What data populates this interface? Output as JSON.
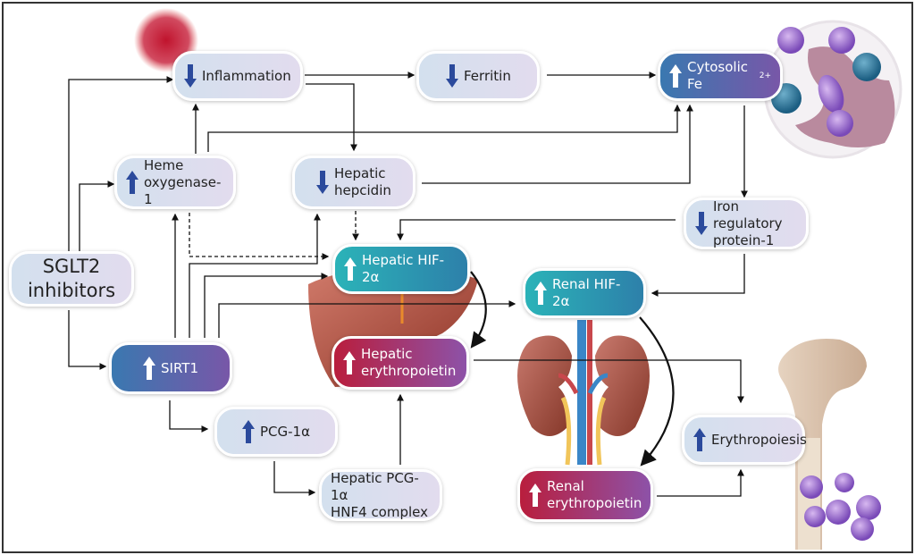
{
  "diagram": {
    "nodes": {
      "sglt2": {
        "label": "SGLT2\ninhibitors"
      },
      "inflammation": {
        "label": "Inflammation",
        "direction": "down"
      },
      "ferritin": {
        "label": "Ferritin",
        "direction": "down"
      },
      "cytosolic_fe": {
        "label": "Cytosolic Fe",
        "superscript": "2+",
        "direction": "up"
      },
      "heme_oxygenase": {
        "label": "Heme\noxygenase-1",
        "direction": "up"
      },
      "hepatic_hepcidin": {
        "label": "Hepatic\nhepcidin",
        "direction": "down"
      },
      "iron_regulatory": {
        "label": "Iron regulatory\nprotein-1",
        "direction": "down"
      },
      "hepatic_hif": {
        "label": "Hepatic HIF-2α",
        "direction": "up"
      },
      "renal_hif": {
        "label": "Renal HIF-2α",
        "direction": "up"
      },
      "hepatic_epo": {
        "label": "Hepatic\nerythropoietin",
        "direction": "up"
      },
      "sirt1": {
        "label": "SIRT1",
        "direction": "up"
      },
      "pcg1a": {
        "label": "PCG-1α",
        "direction": "up"
      },
      "hepatic_complex": {
        "label": "Hepatic PCG-1α\nHNF4 complex"
      },
      "erythropoiesis": {
        "label": "Erythropoiesis",
        "direction": "up"
      },
      "renal_epo": {
        "label": "Renal\nerythropoietin",
        "direction": "up"
      }
    },
    "illustrations": [
      "inflammation-blob",
      "iron-cells",
      "liver",
      "kidneys",
      "femur-bone",
      "red-blood-cell-precursors"
    ],
    "colors": {
      "down_arrow": "#2b4a9c",
      "up_arrow_dark": "#2b4a9c",
      "up_arrow_light": "#ffffff",
      "teal": "#2bb3b8",
      "crimson": "#b91e3d",
      "purple": "#7857a8"
    }
  }
}
